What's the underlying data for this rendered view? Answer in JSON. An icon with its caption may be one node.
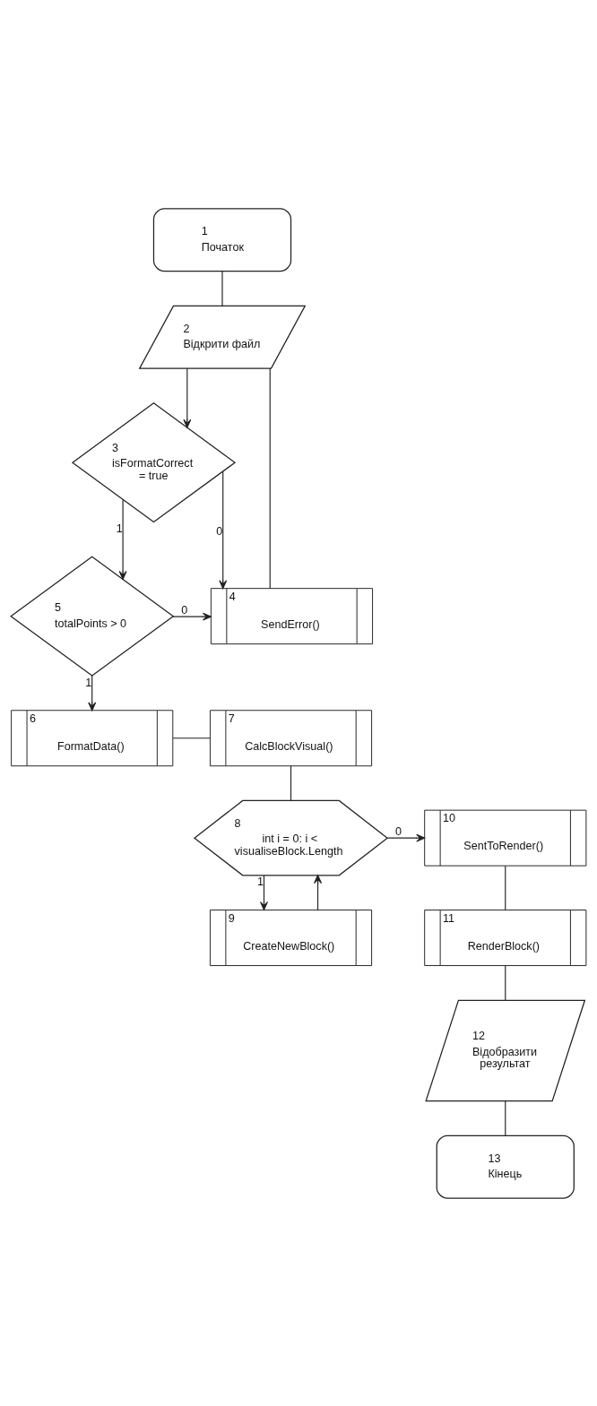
{
  "diagram": {
    "nodes": [
      {
        "text": [
          "1",
          "Початок"
        ]
      },
      {
        "text": [
          "2",
          "Відкрити файл"
        ]
      },
      {
        "text": [
          "3",
          "isFormatCorrect = true"
        ]
      },
      {
        "text": [
          "4",
          "SendError()"
        ]
      },
      {
        "text": [
          "5",
          "totalPoints > 0"
        ]
      },
      {
        "text": [
          "6",
          "FormatData()"
        ]
      },
      {
        "text": [
          "7",
          "CalcBlockVisual()"
        ]
      },
      {
        "text": [
          "8",
          "int i = 0: i < visualiseBlock.Length"
        ]
      },
      {
        "text": [
          "9",
          "CreateNewBlock()"
        ]
      },
      {
        "text": [
          "10",
          "SentToRender()"
        ]
      },
      {
        "text": [
          "11",
          "RenderBlock()"
        ]
      },
      {
        "text": [
          "12",
          "Відобразити результат"
        ]
      },
      {
        "text": [
          "13",
          "Кінець"
        ]
      }
    ],
    "edges": [
      {
        "from": 0,
        "to": 1,
        "arrow": "none"
      },
      {
        "from": 3,
        "to": 1,
        "arrow": "none"
      },
      {
        "from": 1,
        "to": 2,
        "arrow": "to"
      },
      {
        "from": 2,
        "to": 4,
        "label": "1",
        "arrow": "to"
      },
      {
        "from": 2,
        "to": 3,
        "label": "0",
        "arrow": "to"
      },
      {
        "from": 4,
        "to": 3,
        "label": "0",
        "arrow": "to"
      },
      {
        "from": 4,
        "to": 5,
        "label": "1",
        "arrow": "to"
      },
      {
        "from": 5,
        "to": 6,
        "arrow": "none"
      },
      {
        "from": 6,
        "to": 7,
        "arrow": "none"
      },
      {
        "from": 7,
        "to": 8,
        "label": "1",
        "arrow": "to"
      },
      {
        "from": 7,
        "to": 9,
        "label": "0",
        "arrow": "to"
      },
      {
        "from": 8,
        "to": 7,
        "arrow": "to"
      },
      {
        "from": 9,
        "to": 10,
        "arrow": "none"
      },
      {
        "from": 10,
        "to": 11,
        "arrow": "none"
      },
      {
        "from": 11,
        "to": 12,
        "arrow": "none"
      }
    ]
  }
}
